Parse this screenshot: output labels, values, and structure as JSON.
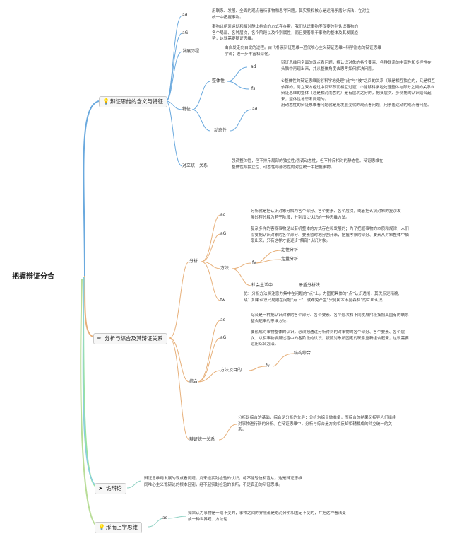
{
  "root": "把握辩证分合",
  "colors": {
    "b1": "#6aa9de",
    "b2": "#e7b07a",
    "b3": "#9be29e",
    "b4": "#89cfe0",
    "b5": "#b9dd98"
  },
  "branch1": {
    "title": "辩证思维的含义与特征",
    "icon": "lightbulb-icon",
    "ad_label": "ad",
    "ad_text": "用联系、发展、全面的观点看待事物和思考问题，其实质和核心是运用矛盾分析法，在对立统一中把握事物。",
    "ag_label": "aG",
    "ag_text": "事物以绝对运动和相对静止结合的方式存在着。我们认识事物不仅要分别认识事物的各个局部、各种层次，各个阶段以及个别属性，而且要着眼于事物的整体及其发展趋势，这就需要辩证思维。",
    "history_label": "发展历程",
    "history_text": "由自发走向自觉的过程。古代朴素辩证思维→近代唯心主义辩证思维→科学形态的辩证思维学说；进一步丰富和深化。",
    "feature_label": "特征",
    "whole_label": "整体性",
    "whole_ad": "ad",
    "whole_ad_text": "辩证思维用全面的观点看问题，将认识对象的各个要素、各种联系的丰富性和多样性在头脑中再现出来，并从整体角度去思考如何解决问题。",
    "whole_fs": "fs",
    "whole_fs_text": "①整体性的辩证思维能够科学地处理“此”与“彼”之间的关系（既是相互独立的，又是相互依存的，对立双方经过中间环节而相互过渡）②能够科学地处理整体与部分之间的关系③辩证思维的整体（总是相对而言的）是有层次之分的，把多层次、多侧角的认识结合起来，整体性地思考问题的。",
    "dyn_label": "动态性",
    "dyn_ad": "ad",
    "dyn_ad_text": "用动态性的辩证思维看问题就是用发展变化的观点看问题，用矛盾运动的观点看问题。",
    "unity_label": "对立统一关系",
    "unity_text": "强调整体性，但不排斥局部的独立性;强调动态性，但不排斥相对的静态性。辩证思维在整体性与独立性、动态性与静态性的对立统一中把握事物。"
  },
  "branch2": {
    "title": "分析与综合及其辩证关系",
    "icon": "scissors-icon",
    "analysis_label": "分析",
    "an_ad": "ad",
    "an_ad_text": "分析就是把认识对象分解为各个部分、各个要素、各个层次，或者把认识对象的复杂发展过程分解为若干阶段，分别加以认识的一种思维方法。",
    "an_ag": "aG",
    "an_ag_text": "复杂多样的客观事物是以有机整体的方式存在和发展的；为了把握事物的本质和规律，人们需要把认识对象的各个部分、要素暂时地分割开来，把握考察的部分、要素从对象整体中抽取出来，只有这样才能逐步“解剖”认识对象。",
    "method_label": "方法",
    "method_fv": "fv",
    "method_items": [
      "定性分析",
      "定量分析"
    ],
    "social_label": "社会生活中",
    "social_item": "矛盾分析法",
    "an_fw": "fw",
    "an_fw_text": "优：分析方法将注意力集中在问题的“点”上，力图把具体的“点”认识透彻，其优点是精确; 缺：如果认识只局限在问题“点上”，就难免产生“只见树木不见森林”的片面认识。",
    "synth_label": "综合",
    "sy_ad": "ad",
    "sy_ad_text": "综合是一种把认识对象的各个部分、各个要素、各个层次和不同发展阶段按照其固有的联系整合起来的思维方法。",
    "sy_ag": "aG",
    "sy_ag_text": "要形成对事物整体的认识，必须把通过分析得到的对事物的各个部分、各个要素、各个层次、以及事物发展过程中的各阶段的认识，按照对象所固定的联系重新组合起来，这就需要运用综合方法。",
    "sy_method_label": "方法及目的",
    "sy_fv": "fv",
    "sy_fv_item": "结构综合",
    "relation_label": "辩证统一关系",
    "relation_text": "分析是综合的基础，综合是分析的先导；分析为综合做准备，而综合的结果又指导人们继续对事物进行新的分析。在辩证思维中，分析与综合是方向相反却相辅相成的对立统一的关系。"
  },
  "branch3": {
    "title": "诡辩论",
    "icon": "paper-plane-icon",
    "text": "辩证思维用发展的观点看问题，凡来经实践检验的认识，绝不能轻信和盲从。这是辩证思维同唯心主义诡辩论的根本区别，经不起实践检验的谁所，不是真正的辩证思维。"
  },
  "branch4": {
    "title": "形而上学思维",
    "icon": "lightbulb-icon",
    "ad_label": "ad",
    "ad_text": "如果认为事物是一成不变的，事物之间的界限都是绝对分明和固定不变的，并把这种看法变成一种世界观、方法论"
  }
}
